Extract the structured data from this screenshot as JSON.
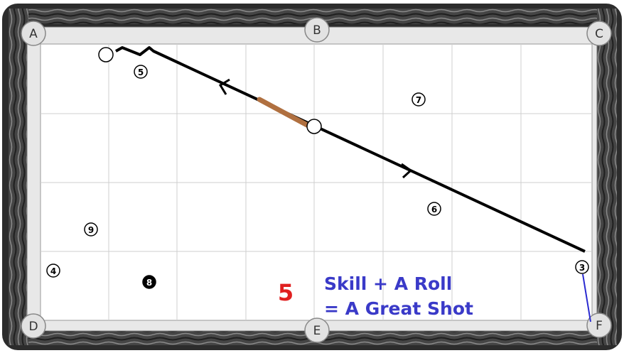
{
  "pockets": [
    "A",
    "B",
    "C",
    "D",
    "E",
    "F"
  ],
  "balls": [
    {
      "number": "5",
      "color": "#ffffff"
    },
    {
      "number": "7",
      "color": "#ffffff"
    },
    {
      "number": "6",
      "color": "#ffffff"
    },
    {
      "number": "9",
      "color": "#ffffff"
    },
    {
      "number": "4",
      "color": "#ffffff"
    },
    {
      "number": "8",
      "color": "#000000"
    },
    {
      "number": "3",
      "color": "#ffffff"
    }
  ],
  "shot_number": "5",
  "caption": {
    "line1": "Skill + A Roll",
    "line2": "= A Great Shot"
  },
  "colors": {
    "cue_stick": "#b07040",
    "shot_number": "#e02020",
    "caption": "#3a3ac8",
    "shot_line": "#000000",
    "ball_3_path": "#2a2ad0",
    "rail_wood": "#3b3b3b",
    "cloth": "#ffffff",
    "grid": "#cfcfcf"
  }
}
